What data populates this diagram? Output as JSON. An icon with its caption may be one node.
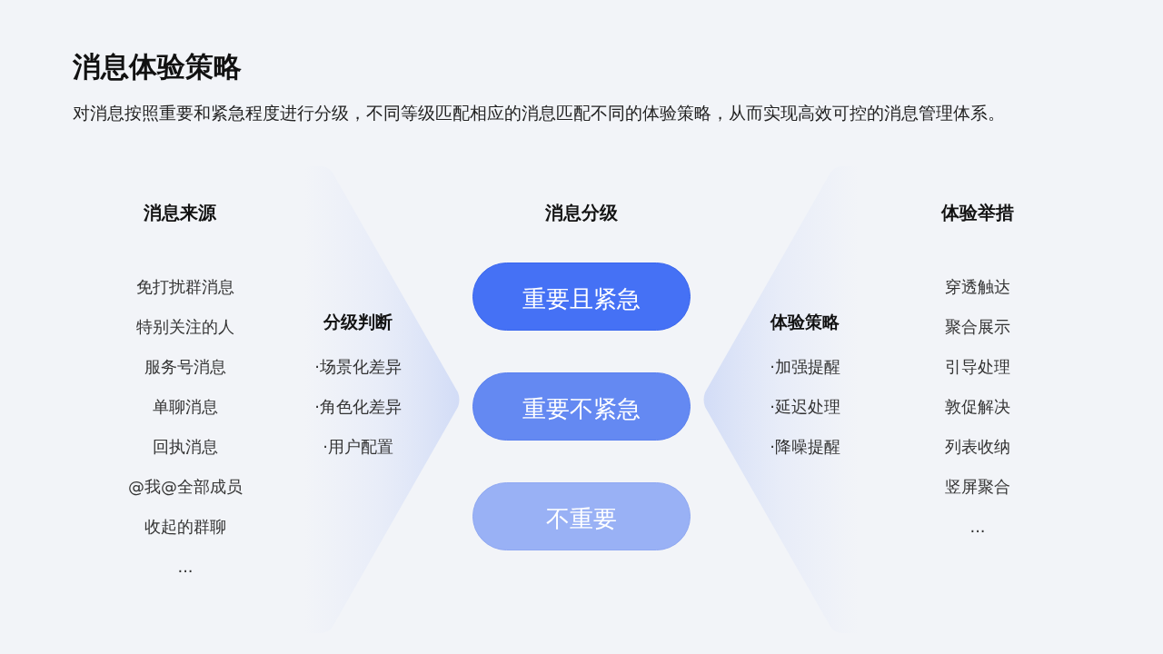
{
  "diagram": {
    "title": "消息体验策略",
    "nodes": [
      {
        "text": [
          "分级判断",
          "·场景化差异",
          "·角色化差异",
          "·用户配置"
        ]
      },
      {
        "text": [
          "重要且紧急"
        ]
      },
      {
        "text": [
          "重要不紧急"
        ]
      },
      {
        "text": [
          "不重要"
        ]
      },
      {
        "text": [
          "体验策略",
          "·加强提醒",
          "·延迟处理",
          "·降噪提醒"
        ]
      }
    ],
    "labels": [
      "对消息按照重要和紧急程度进行分级，不同等级匹配相应的消息匹配不同的体验策略，从而实现高效可控的消息管理体系。",
      "消息来源",
      "免打扰群消息",
      "特别关注的人",
      "服务号消息",
      "单聊消息",
      "回执消息",
      "@我@全部成员",
      "收起的群聊",
      "...",
      "消息分级",
      "体验举措",
      "穿透触达",
      "聚合展示",
      "引导处理",
      "敦促解决",
      "列表收纳",
      "竖屏聚合",
      "..."
    ]
  }
}
